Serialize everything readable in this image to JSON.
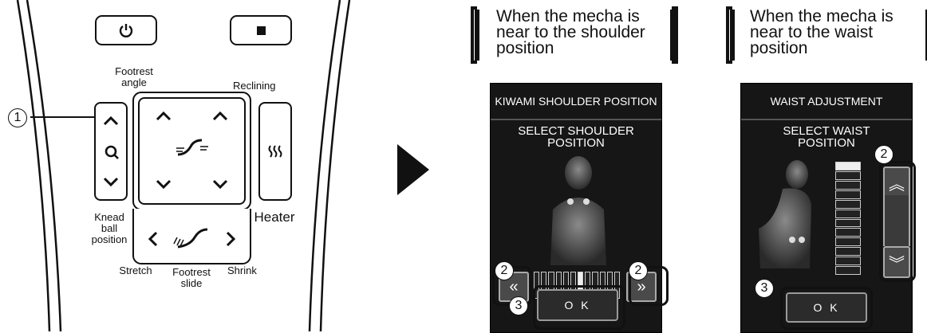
{
  "remote": {
    "callout_number": "1",
    "labels": {
      "footrest_angle": "Footrest angle",
      "reclining": "Reclining",
      "knead_ball_position": "Knead ball position",
      "heater": "Heater",
      "stretch": "Stretch",
      "footrest_slide": "Footrest slide",
      "shrink": "Shrink"
    },
    "icons": {
      "power": "power-icon",
      "stop": "stop-icon",
      "knead_zoom": "magnifier-icon",
      "heater": "heat-waves-icon"
    }
  },
  "play_arrow": "play-arrow-icon",
  "panels": [
    {
      "heading": "When the mecha is near to the shoulder position",
      "screen_title": "KIWAMI SHOULDER POSITION",
      "screen_sub": "SELECT SHOULDER POSITION",
      "ok_label": "O K",
      "callout_adjust": "2",
      "callout_ok": "3",
      "bar_segments": 12,
      "selected_segment": 7
    },
    {
      "heading": "When the mecha is near to the waist position",
      "screen_title": "WAIST ADJUSTMENT",
      "screen_sub": "SELECT WAIST POSITION",
      "ok_label": "O K",
      "callout_adjust": "2",
      "callout_ok": "3",
      "bar_segments": 12,
      "selected_segment": 1
    }
  ]
}
